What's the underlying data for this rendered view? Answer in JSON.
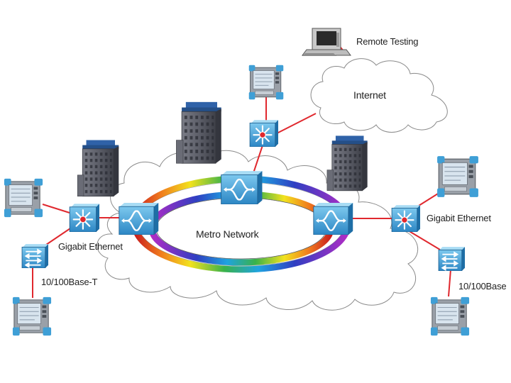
{
  "labels": {
    "remote_testing": "Remote Testing",
    "internet": "Internet",
    "metro_network": "Metro Network",
    "gigabit_ethernet_left": "Gigabit Ethernet",
    "gigabit_ethernet_right": "Gigabit Ethernet",
    "base_t_left": "10/100Base-T",
    "base_t_right": "10/100Base"
  },
  "icons": {
    "computer": "computer-icon",
    "test_instrument": "test-instrument-icon",
    "router": "router-icon",
    "optical_switch": "optical-switch-icon",
    "ethernet_switch": "ethernet-switch-icon",
    "building": "office-building-icon",
    "cloud": "cloud-icon"
  },
  "colors": {
    "link": "#e0282e",
    "device_blue": "#3f9fd6",
    "ring": [
      "#c02020",
      "#f08020",
      "#f0e020",
      "#40b040",
      "#20a0e0",
      "#3040c0",
      "#a030c0"
    ]
  }
}
